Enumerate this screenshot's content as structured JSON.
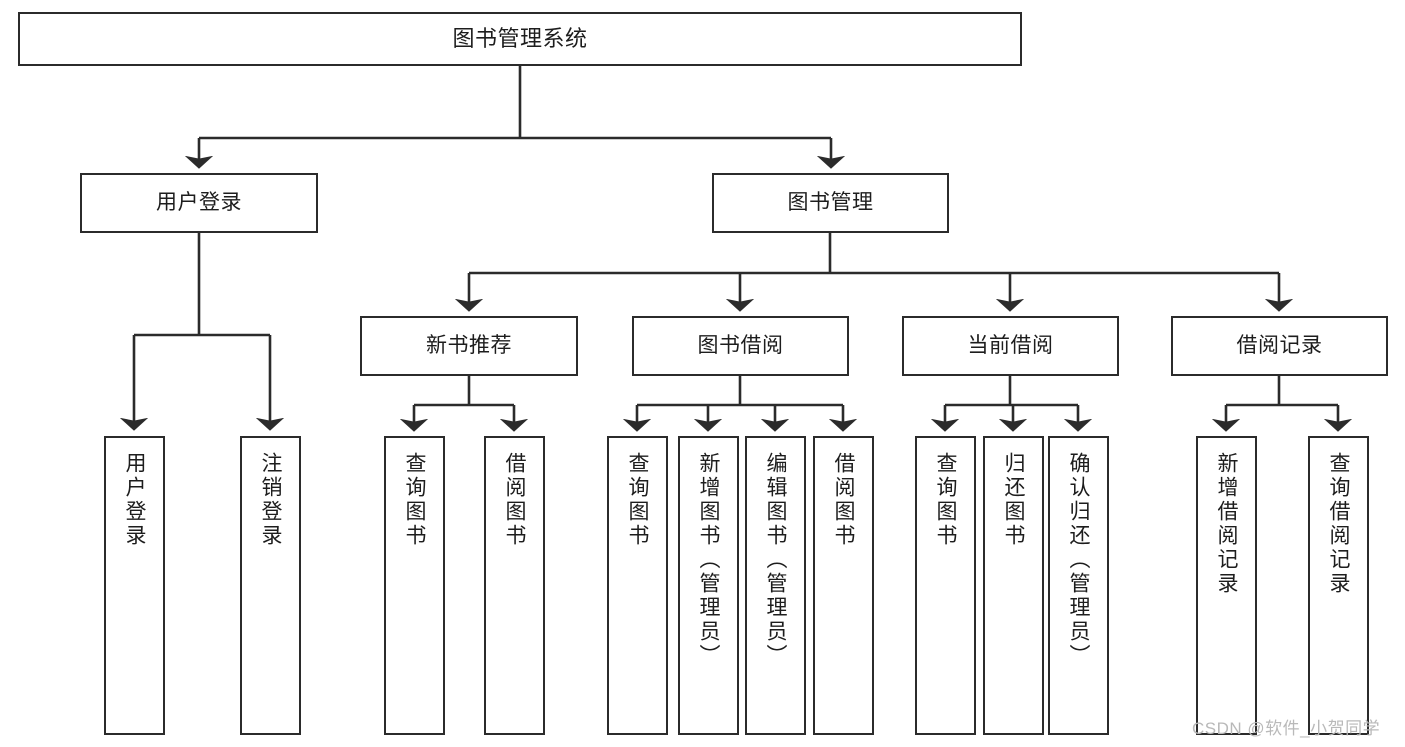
{
  "diagram": {
    "title": "图书管理系统",
    "type": "tree-hierarchy-chart",
    "colors": {
      "stroke": "#2b2b2b",
      "fill": "#ffffff",
      "text": "#1d1d1d",
      "watermark": "#b9b9b9",
      "background": "#ffffff"
    },
    "levels": {
      "root": {
        "label": "图书管理系统"
      },
      "level2": [
        {
          "label": "用户登录"
        },
        {
          "label": "图书管理"
        }
      ],
      "level3": [
        {
          "label": "新书推荐"
        },
        {
          "label": "图书借阅"
        },
        {
          "label": "当前借阅"
        },
        {
          "label": "借阅记录"
        }
      ],
      "leaves": {
        "user_login": [
          {
            "label": "用户登录"
          },
          {
            "label": "注销登录"
          }
        ],
        "new_book_recommend": [
          {
            "label": "查询图书"
          },
          {
            "label": "借阅图书"
          }
        ],
        "book_borrow": [
          {
            "label": "查询图书"
          },
          {
            "label": "新增图书（管理员）"
          },
          {
            "label": "编辑图书（管理员）"
          },
          {
            "label": "借阅图书"
          }
        ],
        "current_borrow": [
          {
            "label": "查询图书"
          },
          {
            "label": "归还图书"
          },
          {
            "label": "确认归还（管理员）"
          }
        ],
        "borrow_record": [
          {
            "label": "新增借阅记录"
          },
          {
            "label": "查询借阅记录"
          }
        ]
      }
    }
  },
  "watermark": {
    "text": "CSDN @软件_小贺同学"
  }
}
